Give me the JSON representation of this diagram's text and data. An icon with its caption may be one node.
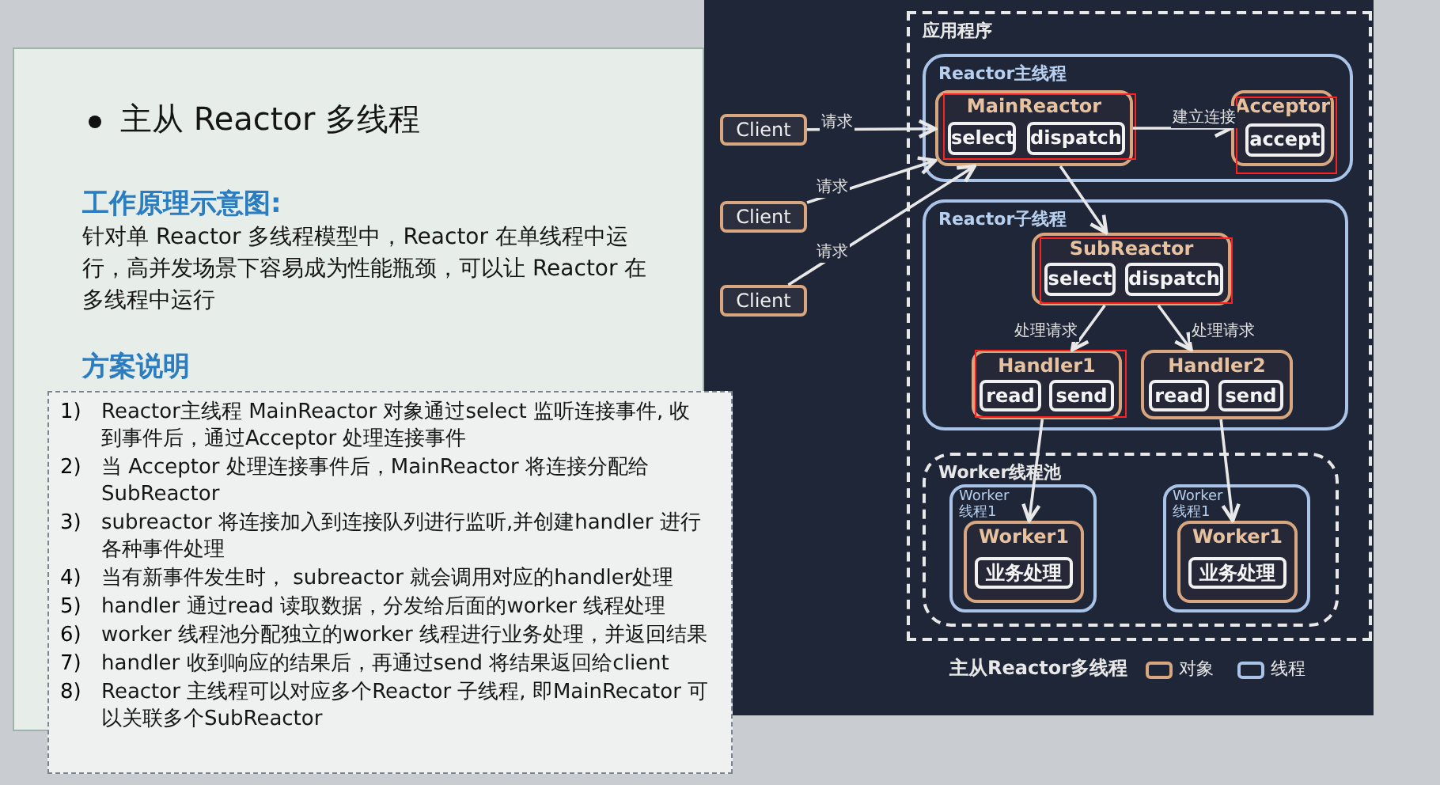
{
  "diagram": {
    "title": "主从 Reactor 多线程",
    "caption": "主从Reactor多线程",
    "nodes": [
      {
        "text": [
          "Client"
        ]
      },
      {
        "text": [
          "Client"
        ]
      },
      {
        "text": [
          "Client"
        ]
      },
      {
        "text": [
          "应用程序"
        ]
      },
      {
        "text": [
          "Reactor主线程"
        ],
        "in": 3
      },
      {
        "text": [
          "MainReactor"
        ],
        "in": 4
      },
      {
        "text": [
          "select"
        ],
        "in": 5
      },
      {
        "text": [
          "dispatch"
        ],
        "in": 5
      },
      {
        "text": [
          "Acceptor"
        ],
        "in": 4
      },
      {
        "text": [
          "accept"
        ],
        "in": 8
      },
      {
        "text": [
          "Reactor子线程"
        ],
        "in": 3
      },
      {
        "text": [
          "SubReactor"
        ],
        "in": 10
      },
      {
        "text": [
          "select"
        ],
        "in": 11
      },
      {
        "text": [
          "dispatch"
        ],
        "in": 11
      },
      {
        "text": [
          "Handler1"
        ],
        "in": 10
      },
      {
        "text": [
          "read"
        ],
        "in": 14
      },
      {
        "text": [
          "send"
        ],
        "in": 14
      },
      {
        "text": [
          "Handler2"
        ],
        "in": 10
      },
      {
        "text": [
          "read"
        ],
        "in": 17
      },
      {
        "text": [
          "send"
        ],
        "in": 17
      },
      {
        "text": [
          "Worker线程池"
        ],
        "in": 3
      },
      {
        "text": [
          "Worker 线程1"
        ],
        "in": 20
      },
      {
        "text": [
          "Worker1"
        ],
        "in": 21
      },
      {
        "text": [
          "业务处理"
        ],
        "in": 22
      },
      {
        "text": [
          "Worker 线程1"
        ],
        "in": 20
      },
      {
        "text": [
          "Worker1"
        ],
        "in": 24
      },
      {
        "text": [
          "业务处理"
        ],
        "in": 25
      }
    ],
    "edges": [
      {
        "from": 0,
        "to": 5,
        "arrow": "to",
        "label": "请求"
      },
      {
        "from": 1,
        "to": 5,
        "arrow": "to",
        "label": "请求"
      },
      {
        "from": 2,
        "to": 5,
        "arrow": "to",
        "label": "请求"
      },
      {
        "from": 5,
        "to": 8,
        "arrow": "to",
        "label": "建立连接"
      },
      {
        "from": 5,
        "to": 11,
        "arrow": "to"
      },
      {
        "from": 11,
        "to": 14,
        "arrow": "to",
        "label": "处理请求"
      },
      {
        "from": 11,
        "to": 17,
        "arrow": "to",
        "label": "处理请求"
      },
      {
        "from": 14,
        "to": 22,
        "arrow": "to"
      },
      {
        "from": 17,
        "to": 25,
        "arrow": "to"
      }
    ],
    "labels": [
      "工作原理示意图:",
      "针对单 Reactor 多线程模型中，Reactor 在单线程中运行，高并发场景下容易成为性能瓶颈，可以让 Reactor 在多线程中运行",
      "方案说明",
      "1)",
      "Reactor主线程 MainReactor 对象通过select 监听连接事件, 收到事件后，通过Acceptor 处理连接事件",
      "2)",
      "当 Acceptor 处理连接事件后，MainReactor 将连接分配给 SubReactor",
      "3)",
      "subreactor 将连接加入到连接队列进行监听,并创建handler 进行各种事件处理",
      "4)",
      "当有新事件发生时， subreactor 就会调用对应的handler处理",
      "5)",
      "handler 通过read 读取数据，分发给后面的worker 线程处理",
      "6)",
      "worker 线程池分配独立的worker 线程进行业务处理，并返回结果",
      "7)",
      "handler 收到响应的结果后，再通过send 将结果返回给client",
      "8)",
      "Reactor 主线程可以对应多个Reactor 子线程, 即MainRecator 可以关联多个SubReactor"
    ],
    "legend": [
      {
        "text": "对象"
      },
      {
        "text": "线程"
      }
    ]
  }
}
